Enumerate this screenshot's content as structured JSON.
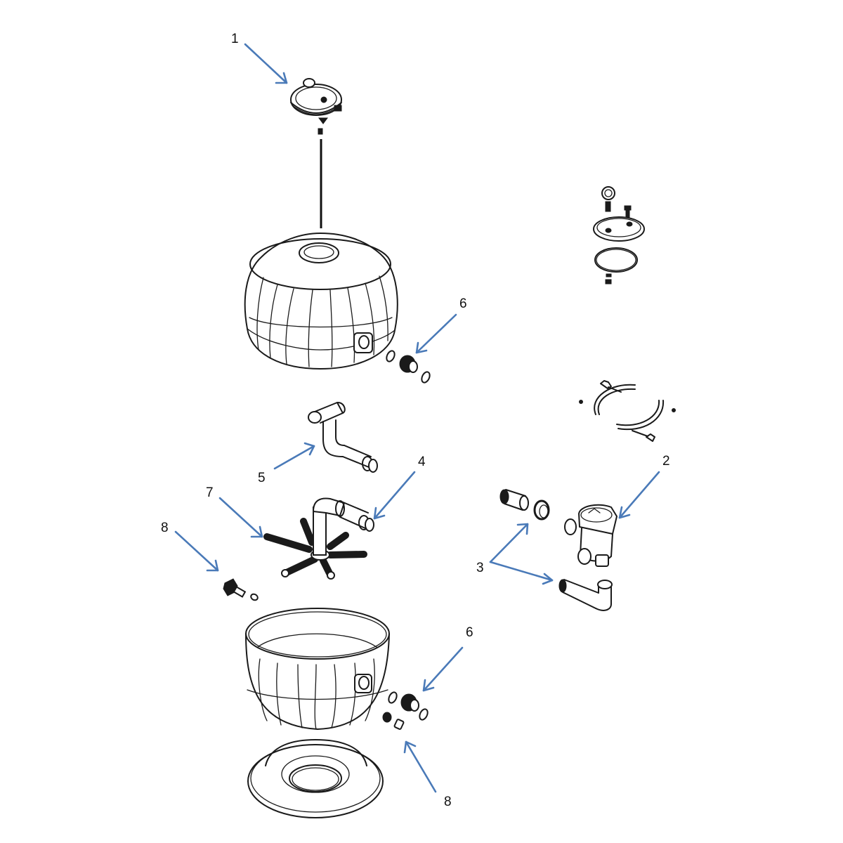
{
  "diagram": {
    "type": "exploded-parts-diagram",
    "subject": "Top-mount sand filter assembly",
    "arrow_color": "#4a7ab8",
    "line_color": "#1a1a1a",
    "background": "#ffffff",
    "callouts": [
      {
        "id": "c1",
        "label": "1",
        "target": "top-cover-with-clamp-and-handle"
      },
      {
        "id": "c2",
        "label": "2",
        "target": "multiport-valve"
      },
      {
        "id": "c3",
        "label": "3",
        "target": "union-nut-and-elbow-pipe",
        "arrow_count": 2
      },
      {
        "id": "c4",
        "label": "4",
        "target": "lateral-hub-pipe-assembly"
      },
      {
        "id": "c5",
        "label": "5",
        "target": "tee-elbow-pipe"
      },
      {
        "id": "c6a",
        "label": "6",
        "target": "upper-bulkhead-union-and-o-rings"
      },
      {
        "id": "c6b",
        "label": "6",
        "target": "lower-bulkhead-union-and-o-rings"
      },
      {
        "id": "c7",
        "label": "7",
        "target": "laterals"
      },
      {
        "id": "c8a",
        "label": "8",
        "target": "air-relief-plug-and-washer"
      },
      {
        "id": "c8b",
        "label": "8",
        "target": "drain-plug-and-cap"
      }
    ],
    "unlabeled_parts": [
      "pressure-gauge-and-valve-lid-with-o-ring",
      "split-band-clamp-with-wing-bolts",
      "upper-tank-dome",
      "lower-tank-bowl",
      "tank-base-stand"
    ]
  }
}
